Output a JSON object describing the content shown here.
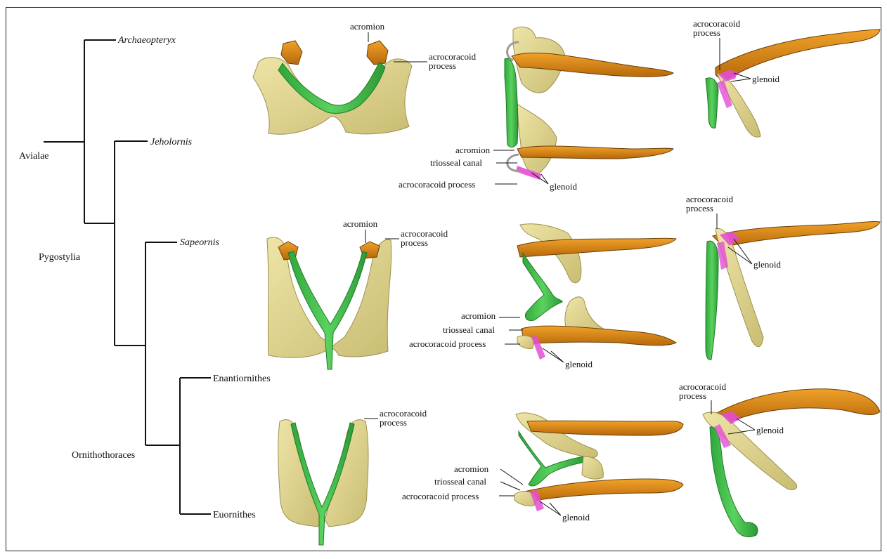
{
  "tree": {
    "taxa": {
      "archaeopteryx": "Archaeopteryx",
      "jeholornis": "Jeholornis",
      "sapeornis": "Sapeornis",
      "enantiornithes": "Enantiornithes",
      "euornithes": "Euornithes"
    },
    "clades": {
      "avialae": "Avialae",
      "pygostylia": "Pygostylia",
      "ornithothoraces": "Ornithothoraces"
    }
  },
  "labels": {
    "acromion": "acromion",
    "acrocoracoid_process_line1": "acrocoracoid",
    "acrocoracoid_process_line2": "process",
    "acrocoracoid_process": "acrocoracoid process",
    "triosseal_canal": "triosseal canal",
    "glenoid": "glenoid"
  },
  "colors": {
    "coracoid_bone": "#e3d893",
    "scapula": "#d2860f",
    "furcula": "#3cb944",
    "glenoid_highlight": "#e34ed4",
    "outline": "#111111",
    "ring": "#9a9a9a"
  }
}
